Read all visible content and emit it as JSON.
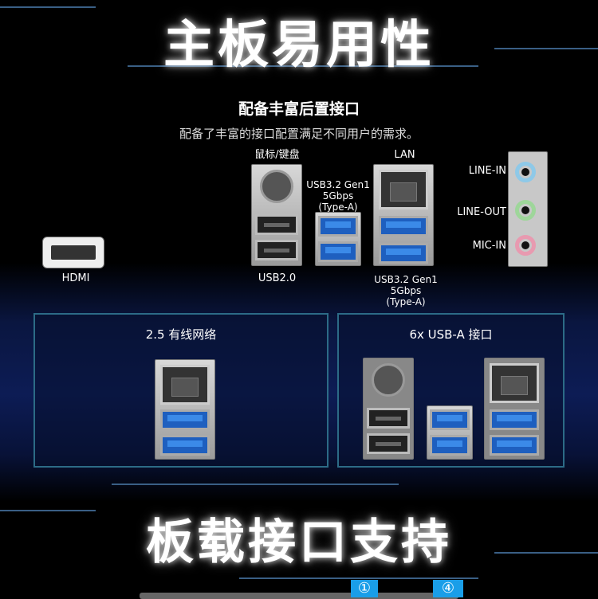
{
  "headings": {
    "top": "主板易用性",
    "bottom": "板载接口支持"
  },
  "section": {
    "title": "配备丰富后置接口",
    "description": "配备了丰富的接口配置满足不同用户的需求。"
  },
  "port_labels": {
    "ps2": "鼠标/键盘",
    "usb32_mid": [
      "USB3.2 Gen1",
      "5Gbps",
      "(Type-A)"
    ],
    "lan": "LAN",
    "line_in": "LINE-IN",
    "line_out": "LINE-OUT",
    "mic_in": "MIC-IN",
    "hdmi": "HDMI",
    "usb20": "USB2.0",
    "usb32_right": [
      "USB3.2 Gen1",
      "5Gbps",
      "(Type-A)"
    ]
  },
  "panels": [
    {
      "title": "2.5 有线网络"
    },
    {
      "title": "6x USB-A 接口"
    }
  ],
  "badges": [
    "①",
    "④"
  ],
  "colors": {
    "panel_border": "#2c6b86",
    "usb3_blue": "#1e5fbf",
    "line_in": "#8ec9e8",
    "line_out": "#9ed69a",
    "mic_in": "#e89ab0"
  }
}
